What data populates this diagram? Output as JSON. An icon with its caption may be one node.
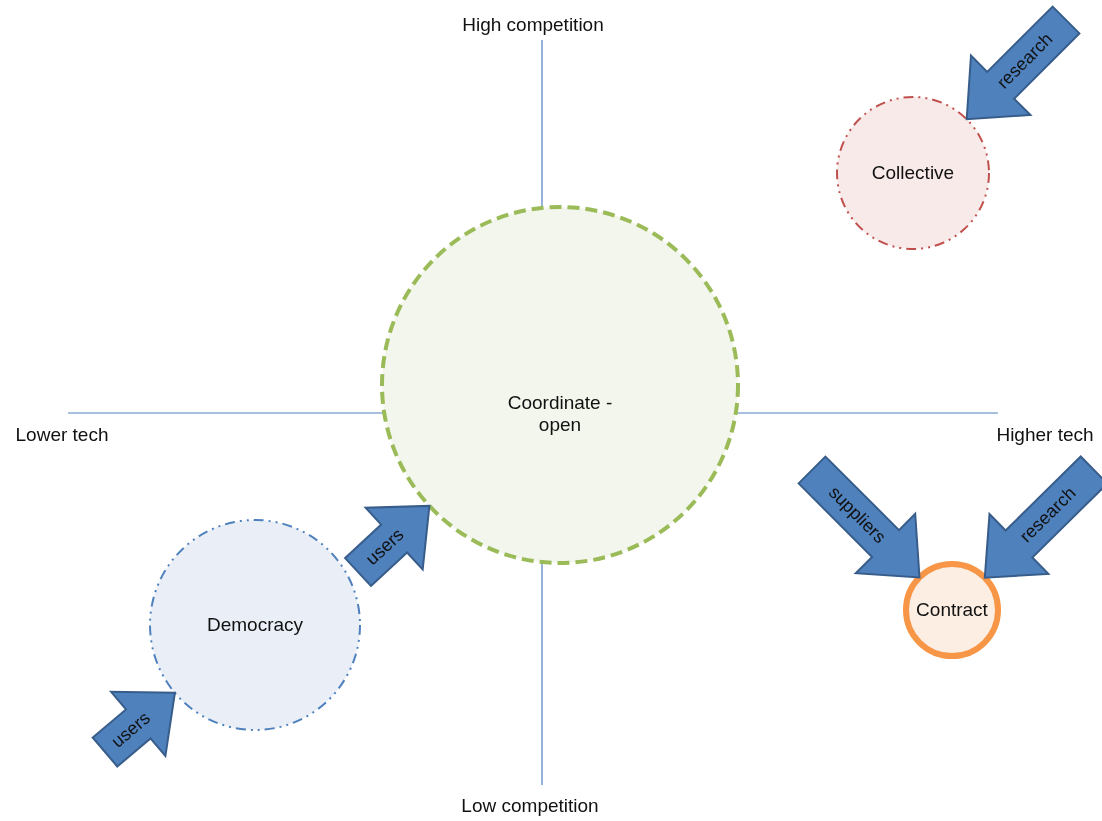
{
  "diagram": {
    "nodes": [
      {
        "text": [
          "Collective"
        ]
      },
      {
        "text": [
          "Coordinate - open"
        ]
      },
      {
        "text": [
          "Democracy"
        ]
      },
      {
        "text": [
          "Contract"
        ]
      }
    ],
    "edges": [
      {
        "from": null,
        "to": 0,
        "arrow": "to",
        "label": "research",
        "style": "thick"
      },
      {
        "from": null,
        "to": 1,
        "arrow": "to",
        "label": "users",
        "style": "thick"
      },
      {
        "from": null,
        "to": 2,
        "arrow": "to",
        "label": "users",
        "style": "thick"
      },
      {
        "from": null,
        "to": 3,
        "arrow": "to",
        "label": "suppliers",
        "style": "thick"
      },
      {
        "from": null,
        "to": 3,
        "arrow": "to",
        "label": "research",
        "style": "thick"
      }
    ],
    "labels": [
      "High competition",
      "Lower tech",
      "Higher tech",
      "Low competition"
    ]
  }
}
